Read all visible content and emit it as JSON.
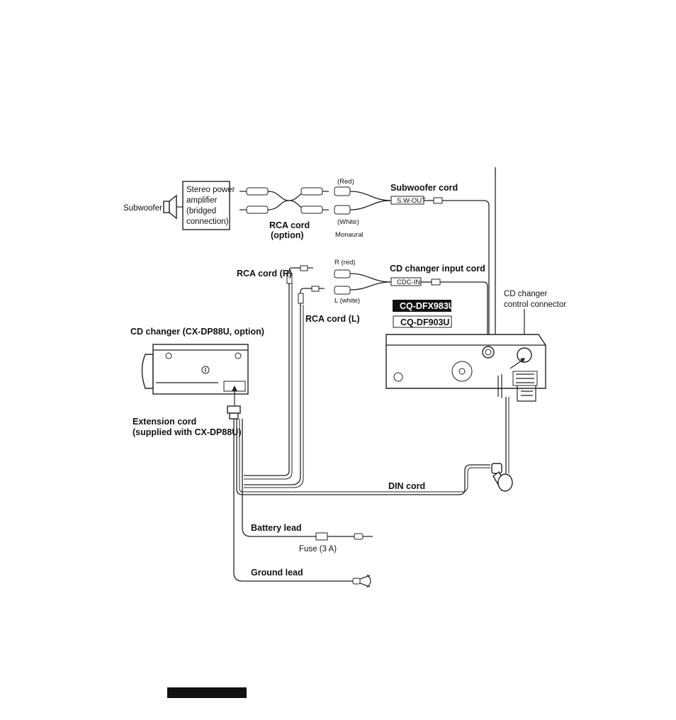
{
  "labels": {
    "subwoofer": "Subwoofer",
    "amp_line1": "Stereo power",
    "amp_line2": "amplifier",
    "amp_line3": "(bridged",
    "amp_line4": "connection)",
    "rca_option_1": "RCA cord",
    "rca_option_2": "(option)",
    "red": "(Red)",
    "white": "(White)",
    "monaural": "Monaural",
    "subwoofer_cord": "Subwoofer cord",
    "sw_out": "S.W-OUT",
    "r_red": "R (red)",
    "l_white": "L (white)",
    "cd_changer_input_cord": "CD changer input cord",
    "cdc_in": "CDC-IN",
    "rca_cord_r": "RCA cord (R)",
    "rca_cord_l": "RCA cord (L)",
    "model_1": "CQ-DFX983U",
    "model_2": "CQ-DF903U",
    "cd_control_1": "CD changer",
    "cd_control_2": "control connector",
    "cd_changer": "CD changer (CX-DP88U, option)",
    "extension_1": "Extension cord",
    "extension_2": "(supplied with CX-DP88U)",
    "din_cord": "DIN cord",
    "battery_lead": "Battery lead",
    "fuse": "Fuse (3 A)",
    "ground_lead": "Ground lead"
  },
  "colors": {
    "ink": "#111111",
    "paper": "#ffffff",
    "model_badge_fill": "#111111",
    "model_badge_text": "#ffffff"
  }
}
